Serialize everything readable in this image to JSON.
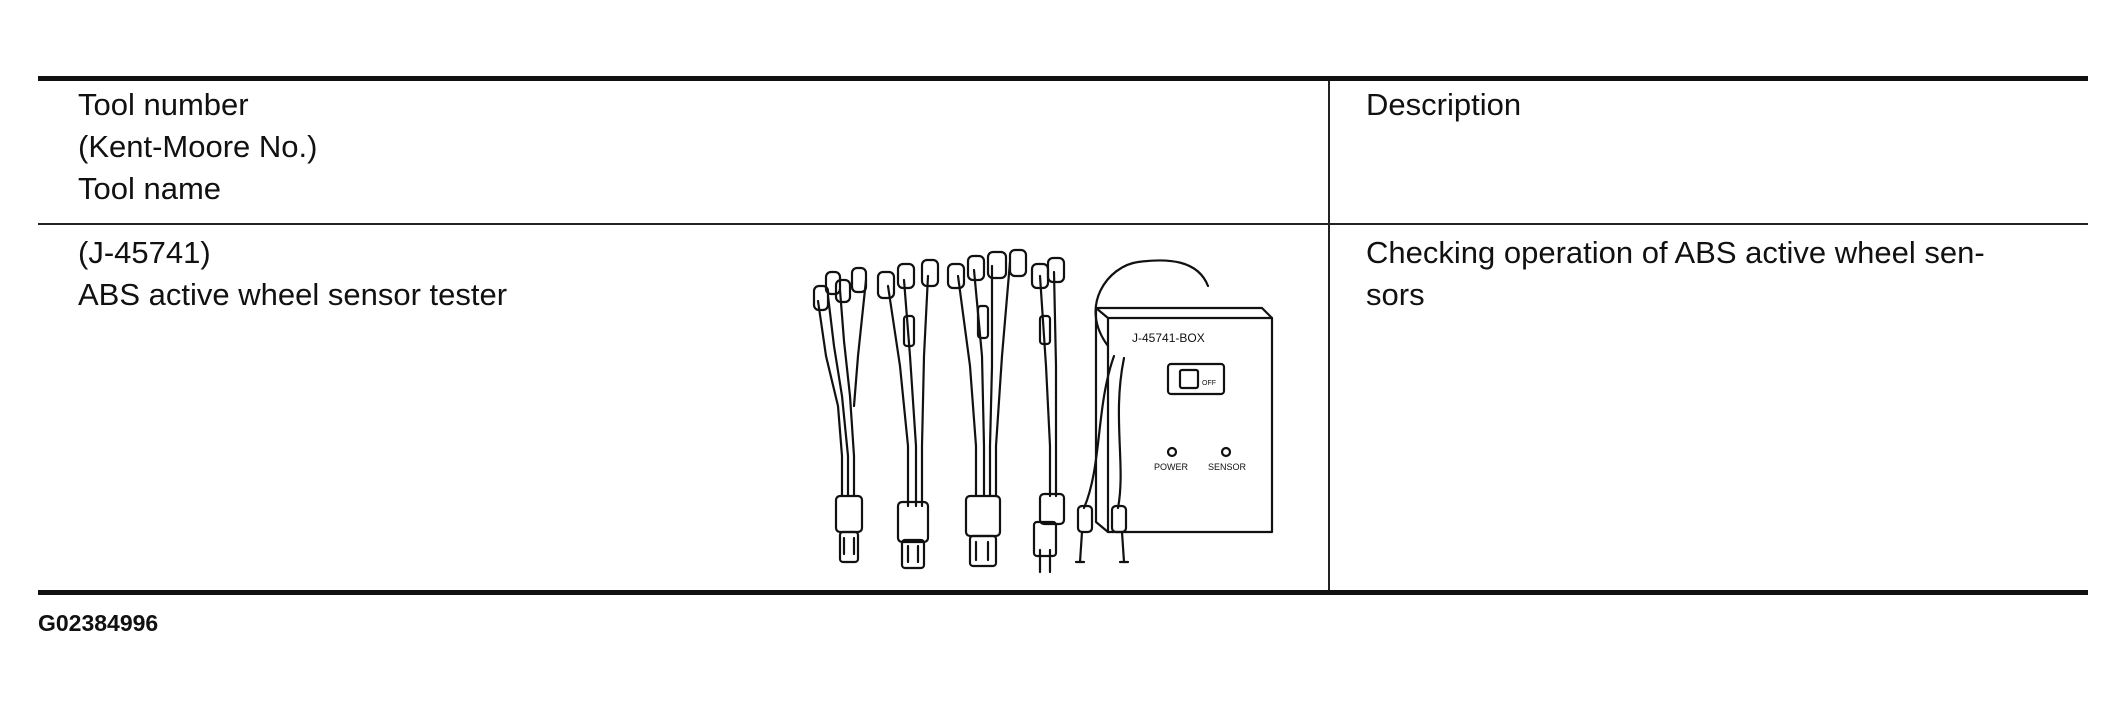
{
  "table": {
    "header": {
      "col1_lines": [
        "Tool number",
        "(Kent-Moore No.)",
        "Tool name"
      ],
      "col2": "Description"
    },
    "rows": [
      {
        "tool_number": "(J-45741)",
        "tool_name": "ABS active wheel sensor tester",
        "description_lines": [
          "Checking operation of ABS active wheel sen-",
          "sors"
        ],
        "illustration": {
          "box_label": "J-45741-BOX",
          "indicator_1": "POWER",
          "indicator_2": "SENSOR",
          "switch_label": "OFF"
        }
      }
    ]
  },
  "figure_id": "G02384996"
}
